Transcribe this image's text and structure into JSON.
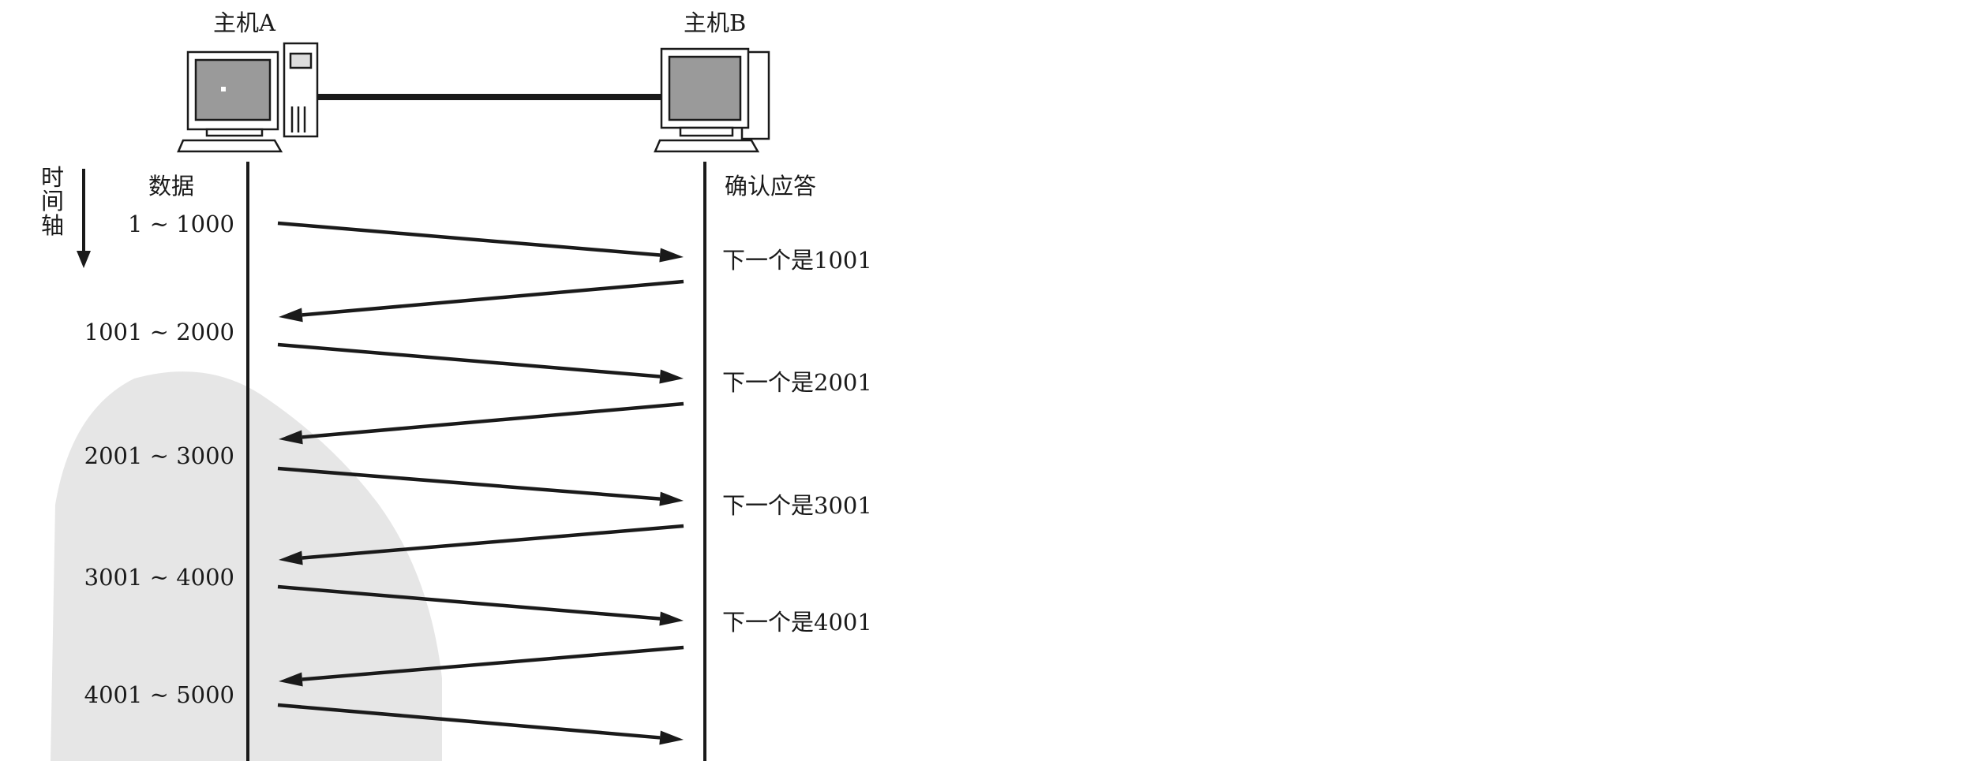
{
  "hosts": {
    "a_label": "主机A",
    "b_label": "主机B"
  },
  "time_axis_label": "时间轴",
  "left_header": "数据",
  "right_header": "确认应答",
  "data_segments": [
    "1 ~ 1000",
    "1001 ~ 2000",
    "2001 ~ 3000",
    "3001 ~ 4000",
    "4001 ~ 5000"
  ],
  "acks": [
    "下一个是1001",
    "下一个是2001",
    "下一个是3001",
    "下一个是4001"
  ],
  "colors": {
    "line": "#1a1a1a",
    "watermark": "#e4e4e4",
    "screen": "#9a9a9a"
  }
}
